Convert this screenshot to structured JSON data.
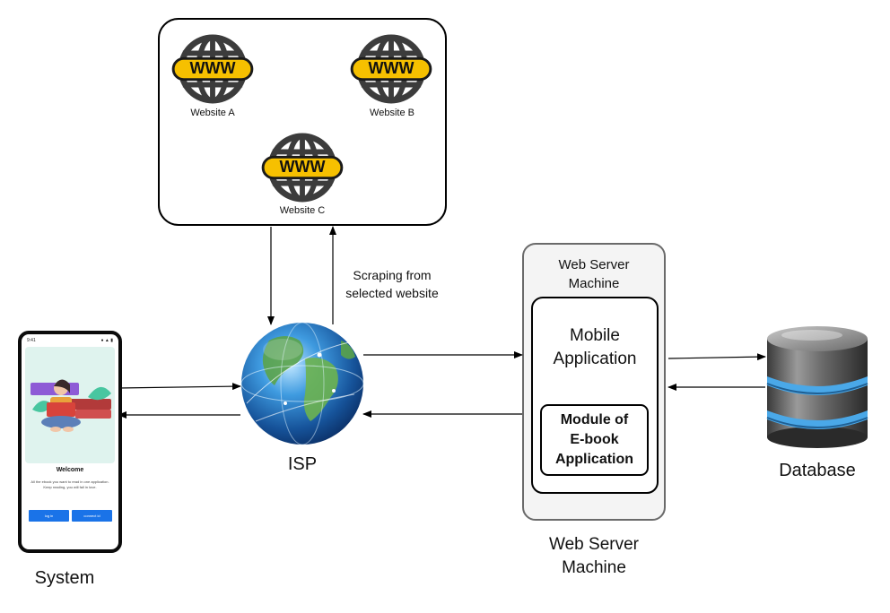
{
  "websites": [
    {
      "label": "Website A",
      "icon": "www-globe-icon"
    },
    {
      "label": "Website B",
      "icon": "www-globe-icon"
    },
    {
      "label": "Website C",
      "icon": "www-globe-icon"
    }
  ],
  "www_text": "WWW",
  "scraping_label_1": "Scraping from",
  "scraping_label_2": "selected website",
  "isp_label": "ISP",
  "system_label": "System",
  "phone": {
    "status_time": "9:41",
    "status_icons": "● ▲ ▮",
    "welcome": "Welcome",
    "description": "All the ebook you want to read in one application. Keep reading, you will fall in love.",
    "login_button": "log in",
    "register_button": "connect id"
  },
  "server_box": {
    "title_1": "Web Server",
    "title_2": "Machine",
    "mobile_app_1": "Mobile",
    "mobile_app_2": "Application",
    "module_1": "Module of",
    "module_2": "E-book",
    "module_3": "Application"
  },
  "server_caption_1": "Web Server",
  "server_caption_2": "Machine",
  "database_label": "Database",
  "colors": {
    "www_band": "#f6c000",
    "globe_gray": "#3c3c3c",
    "server_fill": "#f4f4f4",
    "server_stroke": "#6a6a6a",
    "db_band": "#4aa8e8",
    "phone_button": "#1a73e8"
  }
}
